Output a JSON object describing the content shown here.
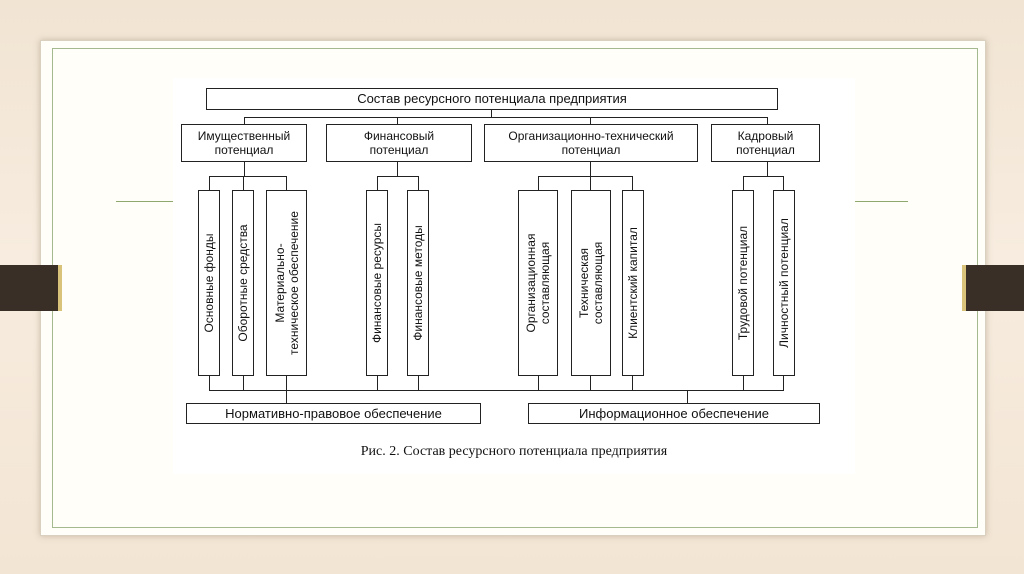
{
  "diagram": {
    "title": "Состав ресурсного потенциала предприятия",
    "categories": [
      {
        "label": "Имущественный\nпотенциал",
        "items": [
          "Основные фонды",
          "Оборотные средства",
          "Материально-\nтехническое обеспечение"
        ]
      },
      {
        "label": "Финансовый\nпотенциал",
        "items": [
          "Финансовые ресурсы",
          "Финансовые методы"
        ]
      },
      {
        "label": "Организационно-технический\nпотенциал",
        "items": [
          "Организационная\nсоставляющая",
          "Техническая\nсоставляющая",
          "Клиентский капитал"
        ]
      },
      {
        "label": "Кадровый\nпотенциал",
        "items": [
          "Трудовой потенциал",
          "Личностный потенциал"
        ]
      }
    ],
    "bottom": {
      "left": "Нормативно-правовое обеспечение",
      "right": "Информационное обеспечение"
    },
    "caption": "Рис. 2. Состав ресурсного потенциала предприятия"
  },
  "colors": {
    "accent": "#8ea86f",
    "sidebar": "#3a2f26",
    "background": "#f3e5d4"
  }
}
